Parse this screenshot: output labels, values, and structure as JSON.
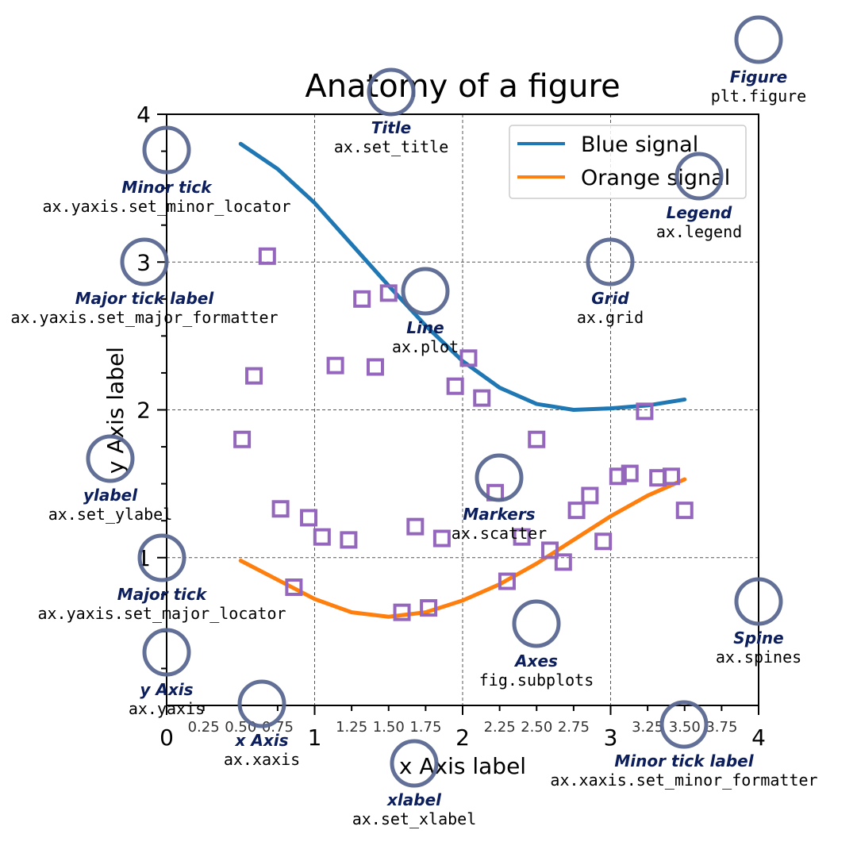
{
  "chart_data": {
    "type": "line",
    "title": "Anatomy of a figure",
    "xlabel": "x Axis label",
    "ylabel": "y Axis label",
    "xlim": [
      0,
      4
    ],
    "ylim": [
      0,
      4
    ],
    "grid": true,
    "legend_placement": "upper-right",
    "x_major_ticks": [
      0,
      1,
      2,
      3,
      4
    ],
    "x_major_tick_labels": [
      "0",
      "1",
      "2",
      "3",
      "4"
    ],
    "x_minor_ticks": [
      0.25,
      0.5,
      0.75,
      1.25,
      1.5,
      1.75,
      2.25,
      2.5,
      2.75,
      3.25,
      3.5,
      3.75
    ],
    "x_minor_tick_labels": [
      "0.25",
      "0.50",
      "0.75",
      "1.25",
      "1.50",
      "1.75",
      "2.25",
      "2.50",
      "2.75",
      "3.25",
      "3.50",
      "3.75"
    ],
    "y_major_ticks": [
      1,
      2,
      3,
      4
    ],
    "y_major_tick_labels": [
      "1",
      "2",
      "3",
      "4"
    ],
    "y_minor_ticks": [
      0.25,
      0.5,
      0.75,
      1.25,
      1.5,
      1.75,
      2.25,
      2.5,
      2.75,
      3.25,
      3.5,
      3.75
    ],
    "series": [
      {
        "name": "Blue signal",
        "kind": "line",
        "color": "#1f77b4",
        "x": [
          0.5,
          0.75,
          1.0,
          1.25,
          1.5,
          1.75,
          2.0,
          2.25,
          2.5,
          2.75,
          3.0,
          3.25,
          3.5
        ],
        "y": [
          3.8,
          3.63,
          3.4,
          3.12,
          2.84,
          2.57,
          2.33,
          2.15,
          2.04,
          2.0,
          2.01,
          2.03,
          2.07
        ]
      },
      {
        "name": "Orange signal",
        "kind": "line",
        "color": "#ff7f0e",
        "x": [
          0.5,
          0.75,
          1.0,
          1.25,
          1.5,
          1.75,
          2.0,
          2.25,
          2.5,
          2.75,
          3.0,
          3.25,
          3.5
        ],
        "y": [
          0.98,
          0.85,
          0.72,
          0.63,
          0.6,
          0.63,
          0.71,
          0.82,
          0.96,
          1.12,
          1.28,
          1.42,
          1.53
        ]
      },
      {
        "kind": "scatter",
        "color": "#9467bd",
        "marker": "square-open",
        "x": [
          0.68,
          0.59,
          0.51,
          0.77,
          0.86,
          0.96,
          1.05,
          1.14,
          1.23,
          1.32,
          1.41,
          1.5,
          1.59,
          1.68,
          1.77,
          1.86,
          1.95,
          2.04,
          2.13,
          2.22,
          2.3,
          2.4,
          2.5,
          2.59,
          2.68,
          2.77,
          2.86,
          2.95,
          3.05,
          3.13,
          3.23,
          3.32,
          3.41,
          3.5
        ],
        "y": [
          3.04,
          2.23,
          1.8,
          1.33,
          0.8,
          1.27,
          1.14,
          2.3,
          1.12,
          2.75,
          2.29,
          2.79,
          0.63,
          1.21,
          0.66,
          1.13,
          2.16,
          2.35,
          2.08,
          1.44,
          0.84,
          1.14,
          1.8,
          1.05,
          0.97,
          1.32,
          1.42,
          1.11,
          1.55,
          1.57,
          1.99,
          1.54,
          1.55,
          1.32
        ]
      }
    ]
  },
  "annotations": [
    {
      "id": "figure",
      "title": "Figure",
      "code": "plt.figure"
    },
    {
      "id": "title",
      "title": "Title",
      "code": "ax.set_title"
    },
    {
      "id": "legend",
      "title": "Legend",
      "code": "ax.legend"
    },
    {
      "id": "minor-tick",
      "title": "Minor tick",
      "code": "ax.yaxis.set_minor_locator"
    },
    {
      "id": "major-tick-label",
      "title": "Major tick label",
      "code": "ax.yaxis.set_major_formatter"
    },
    {
      "id": "grid",
      "title": "Grid",
      "code": "ax.grid"
    },
    {
      "id": "line",
      "title": "Line",
      "code": "ax.plot"
    },
    {
      "id": "ylabel",
      "title": "ylabel",
      "code": "ax.set_ylabel"
    },
    {
      "id": "markers",
      "title": "Markers",
      "code": "ax.scatter"
    },
    {
      "id": "major-tick",
      "title": "Major tick",
      "code": "ax.yaxis.set_major_locator"
    },
    {
      "id": "spine",
      "title": "Spine",
      "code": "ax.spines"
    },
    {
      "id": "axes",
      "title": "Axes",
      "code": "fig.subplots"
    },
    {
      "id": "y-axis",
      "title": "y Axis",
      "code": "ax.yaxis"
    },
    {
      "id": "x-axis",
      "title": "x Axis",
      "code": "ax.xaxis"
    },
    {
      "id": "minor-tick-label",
      "title": "Minor tick label",
      "code": "ax.xaxis.set_minor_formatter"
    },
    {
      "id": "xlabel",
      "title": "xlabel",
      "code": "ax.set_xlabel"
    }
  ]
}
